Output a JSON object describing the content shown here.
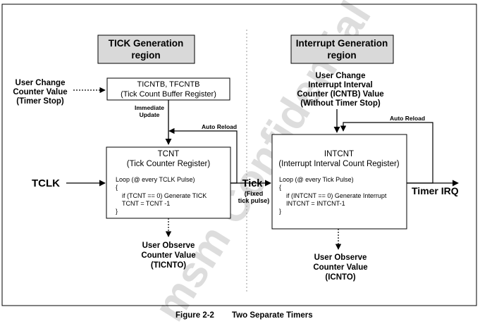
{
  "tick_region": {
    "title_lines": [
      "TICK Generation",
      "region"
    ]
  },
  "interrupt_region": {
    "title_lines": [
      "Interrupt Generation",
      "region"
    ]
  },
  "left_user_change": [
    "User Change",
    "Counter Value",
    "(Timer Stop)"
  ],
  "buffer_box": {
    "line1": "TICNTB, TFCNTB",
    "line2": "(Tick Count Buffer Register)"
  },
  "immediate_update": [
    "Immediate",
    "Update"
  ],
  "auto_reload_left": "Auto Reload",
  "auto_reload_right": "Auto Reload",
  "tcnt_box": {
    "title": "TCNT",
    "subtitle": "(Tick Counter Register)",
    "code": [
      "Loop (@ every TCLK Pulse)",
      "{",
      "if (TCNT == 0) Generate TICK",
      "TCNT = TCNT -1",
      "}"
    ]
  },
  "tclk_label": "TCLK",
  "tick_label": "Tick",
  "tick_sub": [
    "(Fixed",
    "tick pulse)"
  ],
  "right_user_change": [
    "User Change",
    "Interrupt Interval",
    "Counter (ICNTB) Value",
    "(Without Timer Stop)"
  ],
  "intcnt_box": {
    "title": "INTCNT",
    "subtitle": "(Interrupt Interval Count Register)",
    "code": [
      "Loop (@ every Tick Pulse)",
      "{",
      "if (INTCNT == 0) Generate Interrupt",
      "INTCNT = INTCNT-1",
      "}"
    ]
  },
  "timer_irq_label": "Timer IRQ",
  "left_observe": [
    "User Observe",
    "Counter Value",
    "(TICNTO)"
  ],
  "right_observe": [
    "User Observe",
    "Counter Value",
    "(ICNTO)"
  ],
  "caption": {
    "figure": "Figure 2-2",
    "title": "Two Separate Timers"
  },
  "watermark": "msm Confidential"
}
